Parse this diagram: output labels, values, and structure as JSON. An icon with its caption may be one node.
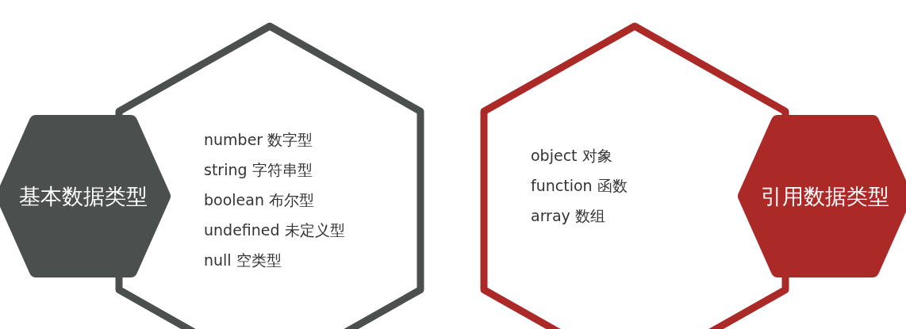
{
  "diagram": {
    "nodes": [
      {
        "text": [
          "基本数据类型"
        ]
      },
      {
        "text": [
          "number 数字型",
          "string 字符串型",
          "boolean  布尔型",
          "undefined 未定义型",
          "null  空类型"
        ]
      },
      {
        "text": [
          "object 对象",
          "function  函数",
          "array  数组"
        ]
      },
      {
        "text": [
          "引用数据类型"
        ]
      }
    ]
  }
}
